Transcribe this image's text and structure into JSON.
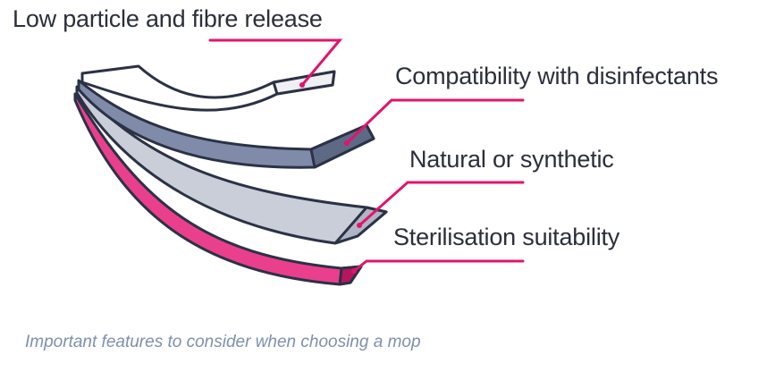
{
  "diagram": {
    "labels": [
      "Low particle and fibre release",
      "Compatibility with disinfectants",
      "Natural or synthetic",
      "Sterilisation suitability"
    ],
    "caption": "Important features to consider when choosing a mop"
  },
  "colors": {
    "outline": "#2b3245",
    "accent": "#e0156b",
    "layer_top": "#ffffff",
    "layer_blue": "#7f8ba8",
    "layer_grey": "#c9ced9",
    "layer_pink": "#ea3f8c",
    "caption": "#7e8fb0"
  }
}
